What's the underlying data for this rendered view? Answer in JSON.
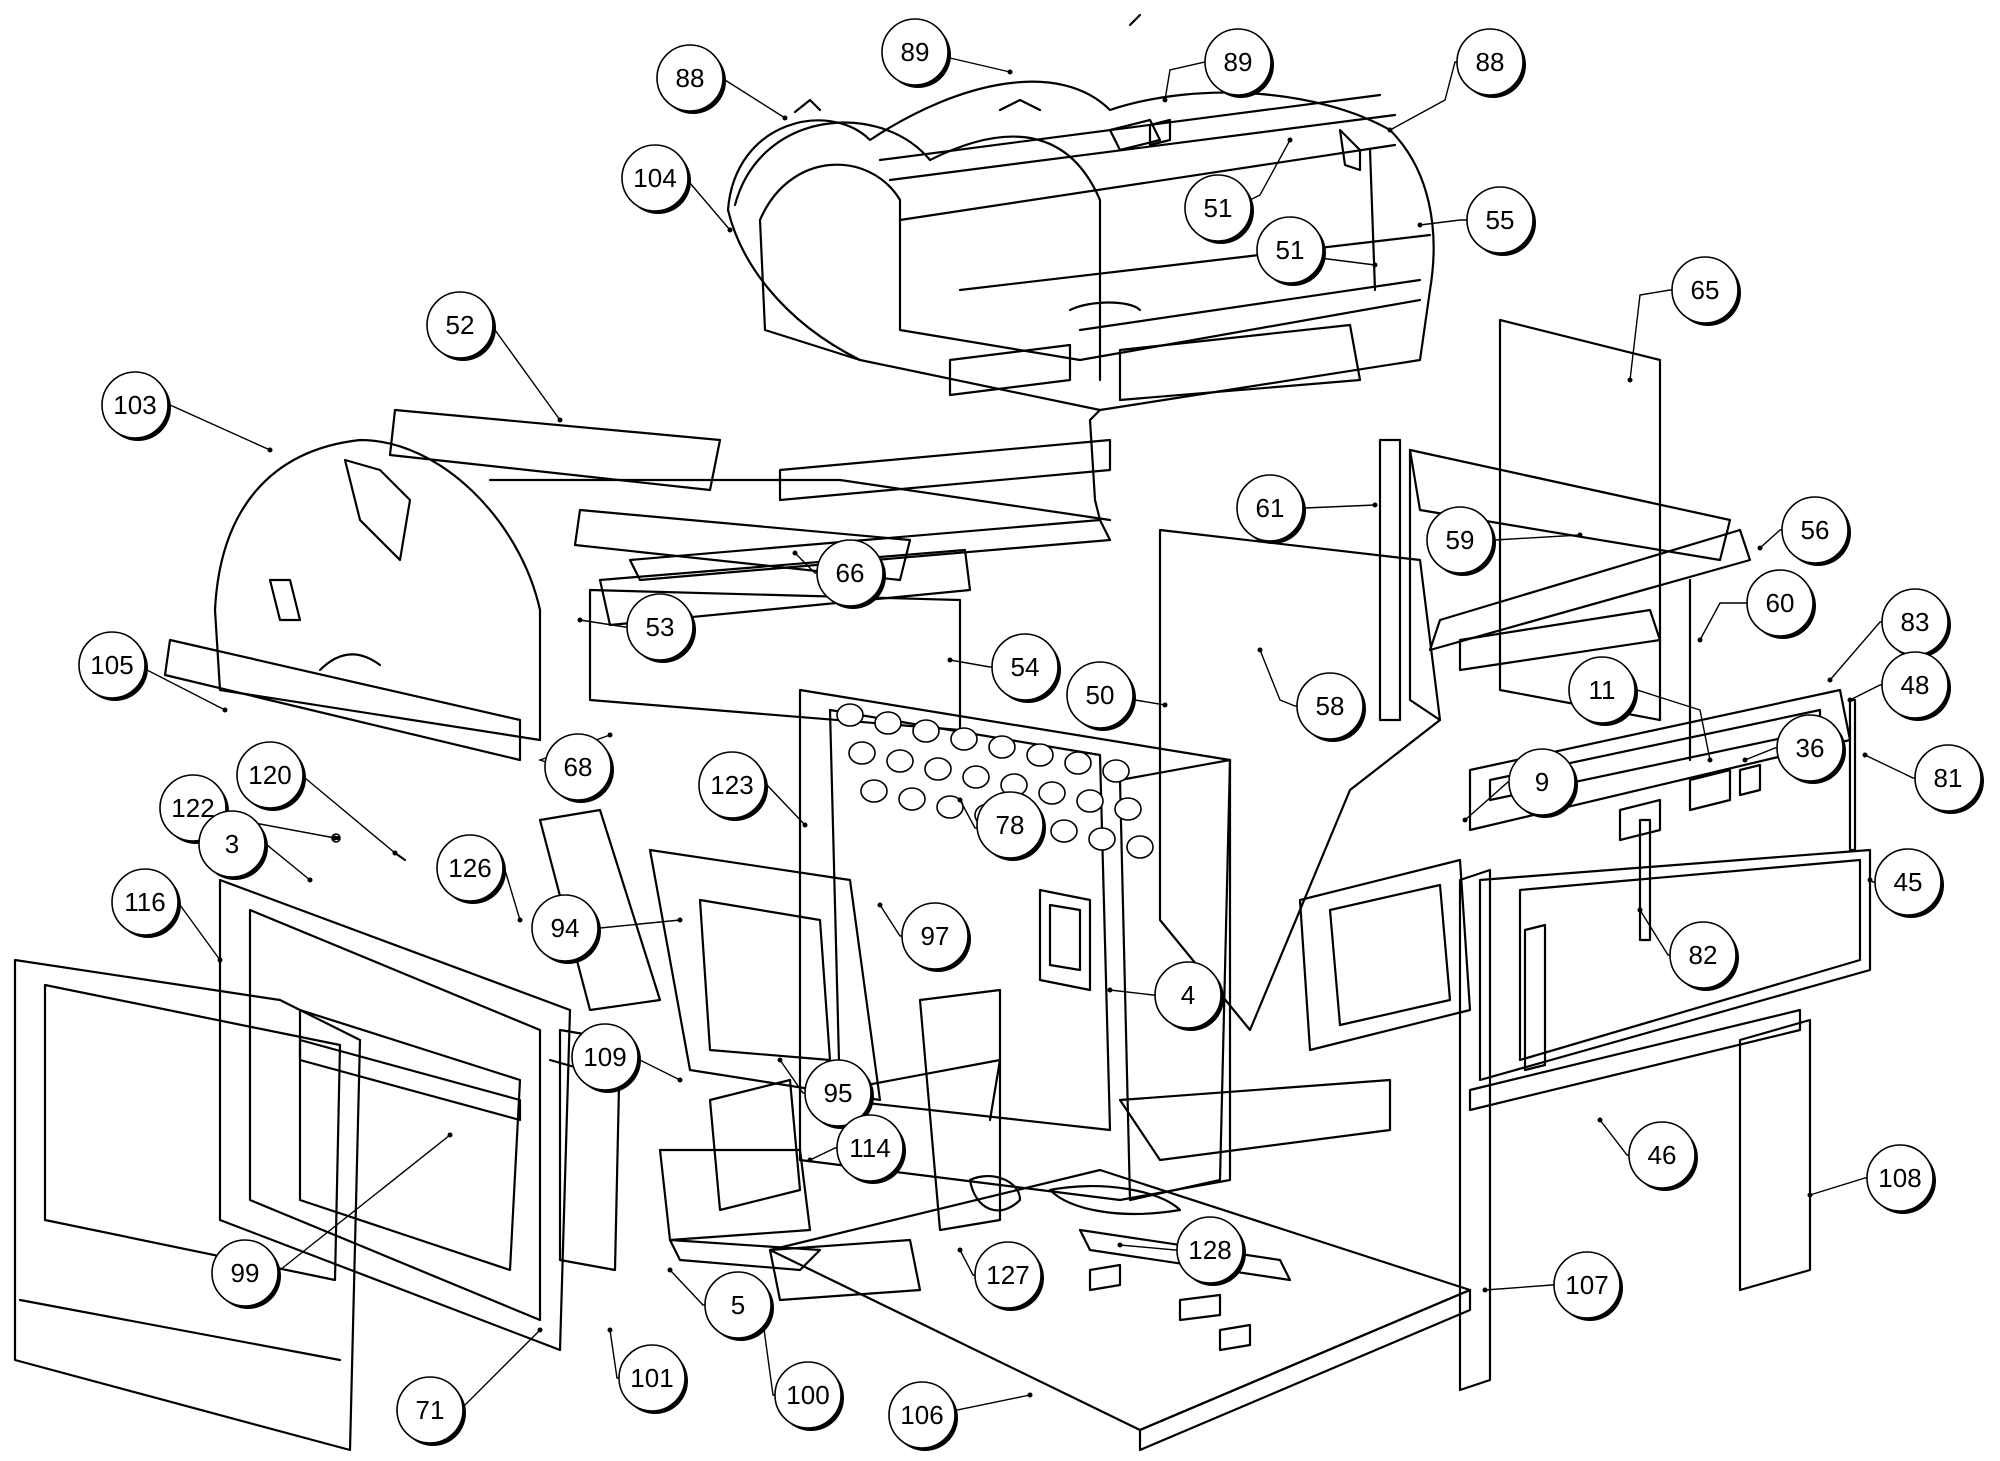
{
  "diagram": {
    "type": "exploded-parts-diagram",
    "line_color": "#000000",
    "background": "#ffffff",
    "callouts": [
      "89",
      "88",
      "89",
      "88",
      "104",
      "51",
      "55",
      "51",
      "65",
      "52",
      "103",
      "61",
      "59",
      "56",
      "66",
      "53",
      "60",
      "83",
      "105",
      "54",
      "50",
      "58",
      "11",
      "48",
      "68",
      "36",
      "120",
      "9",
      "81",
      "122",
      "123",
      "3",
      "78",
      "126",
      "45",
      "116",
      "94",
      "97",
      "82",
      "4",
      "109",
      "95",
      "114",
      "46",
      "108",
      "128",
      "99",
      "127",
      "5",
      "107",
      "100",
      "106",
      "71",
      "101"
    ]
  }
}
